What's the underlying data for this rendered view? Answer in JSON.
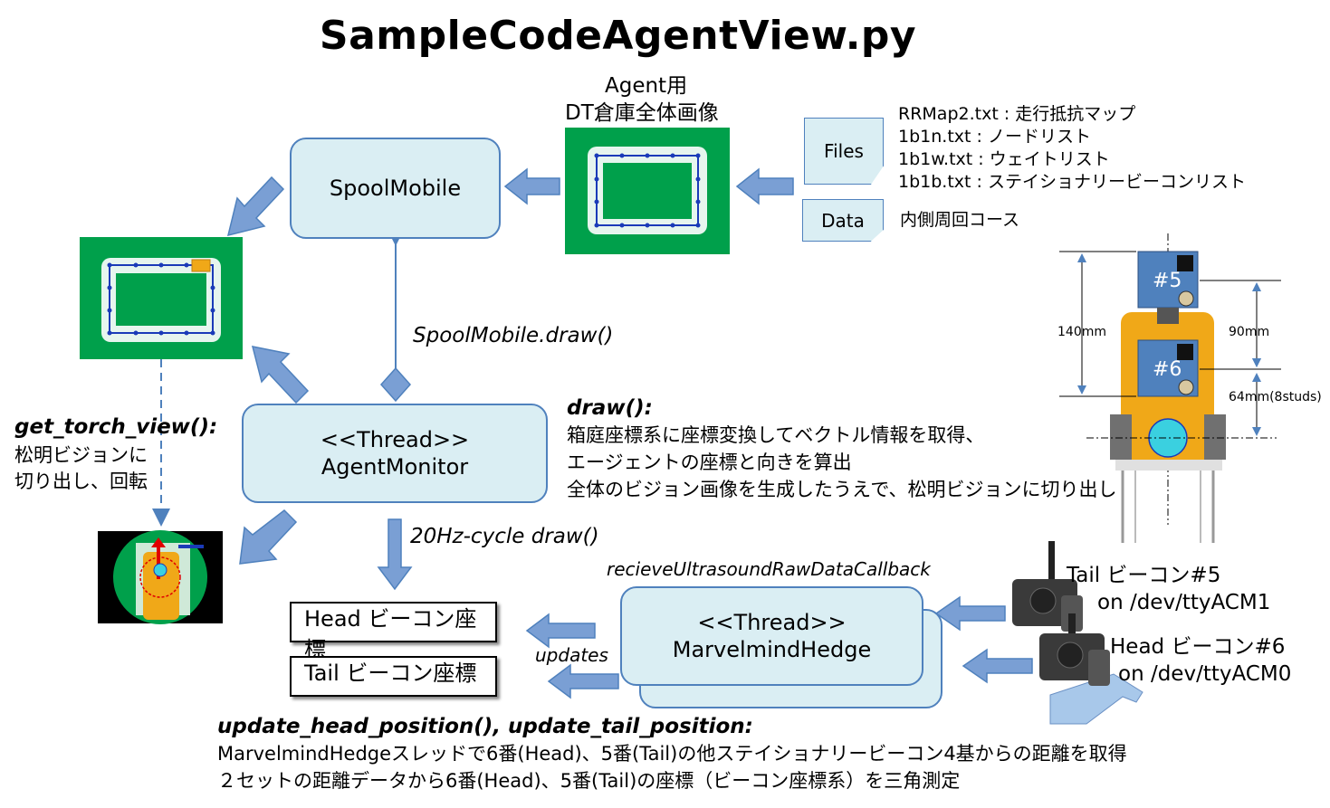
{
  "title": "SampleCodeAgentView.py",
  "agent_image_caption": {
    "line1": "Agent用",
    "line2": "DT倉庫全体画像"
  },
  "spool_mobile": {
    "label": "SpoolMobile"
  },
  "spool_draw_label": "SpoolMobile.draw()",
  "files": {
    "doc_files": "Files",
    "doc_data": "Data",
    "lines": [
      "RRMap2.txt : 走行抵抗マップ",
      "1b1n.txt : ノードリスト",
      "1b1w.txt : ウェイトリスト",
      "1b1b.txt : ステイショナリービーコンリスト"
    ],
    "data_desc": "内側周回コース"
  },
  "agent_monitor": {
    "line1": "<<Thread>>",
    "line2": "AgentMonitor"
  },
  "draw_section": {
    "heading": "draw():",
    "lines": [
      "箱庭座標系に座標変換してベクトル情報を取得、",
      "エージェントの座標と向きを算出",
      "全体のビジョン画像を生成したうえで、松明ビジョンに切り出し"
    ]
  },
  "torch_section": {
    "heading": "get_torch_view():",
    "line1": "松明ビジョンに",
    "line2": "切り出し、回転"
  },
  "cycle_label": "20Hz-cycle draw()",
  "callback_label": "recieveUltrasoundRawDataCallback",
  "hedge": {
    "line1": "<<Thread>>",
    "line2": "MarvelmindHedge"
  },
  "updates_label": "updates",
  "head_coord": "Head ビーコン座標",
  "tail_coord": "Tail ビーコン座標",
  "beacons": {
    "tail1": "Tail ビーコン#5",
    "tail2": "on /dev/ttyACM1",
    "head1": "Head ビーコン#6",
    "head2": "on /dev/ttyACM0"
  },
  "robot": {
    "dim_total": "140mm",
    "dim_upper": "90mm",
    "dim_lower": "64mm(8studs)",
    "beacon5": "#5",
    "beacon6": "#6"
  },
  "update_section": {
    "heading": "update_head_position(), update_tail_position:",
    "line1": "MarvelmindHedgeスレッドで6番(Head)、5番(Tail)の他ステイショナリービーコン4基からの距離を取得",
    "line2": "２セットの距離データから6番(Head)、5番(Tail)の座標（ビーコン座標系）を三角測定"
  },
  "colors": {
    "green": "#00a04b",
    "box_fill": "#daeef3",
    "box_border": "#4f81bd",
    "arrow": "#7a9fd4",
    "robot": "#f0a818"
  }
}
